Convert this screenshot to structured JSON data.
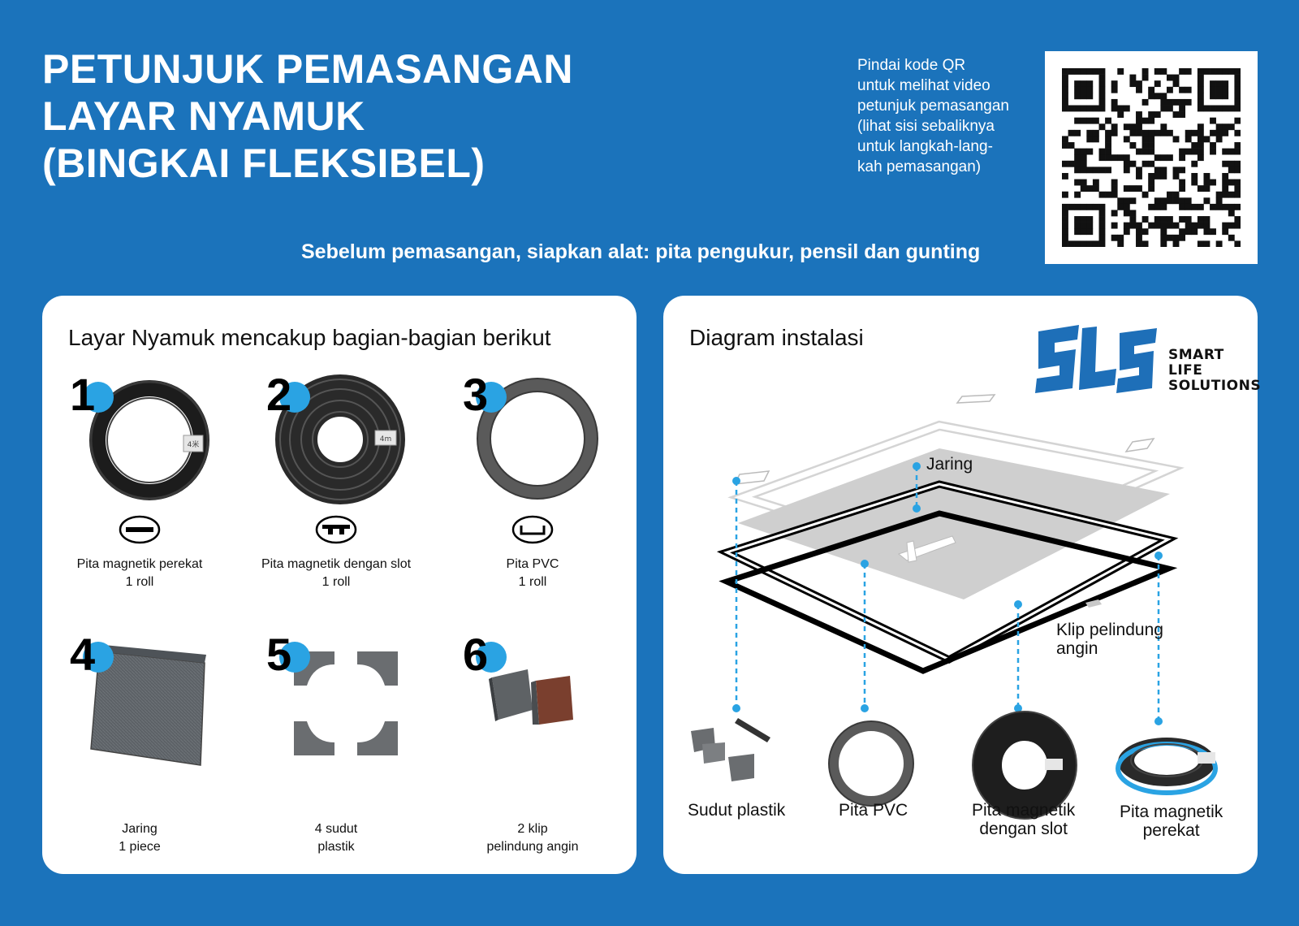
{
  "header": {
    "title_lines": [
      "PETUNJUK PEMASANGAN",
      "LAYAR NYAMUK",
      "(BINGKAI FLEKSIBEL)"
    ],
    "qr_note_lines": [
      "Pindai kode QR",
      "untuk melihat video",
      "petunjuk pemasangan",
      "(lihat sisi sebaliknya",
      "untuk langkah-lang-",
      "kah pemasangan)"
    ],
    "tools_note": "Sebelum pemasangan, siapkan alat: pita pengukur, pensil dan gunting"
  },
  "parts_panel": {
    "title": "Layar Nyamuk mencakup bagian-bagian berikut",
    "items": [
      {
        "number": "1",
        "label_lines": [
          "Pita magnetik perekat",
          "1 roll"
        ],
        "tag": "4米"
      },
      {
        "number": "2",
        "label_lines": [
          "Pita magnetik dengan slot",
          "1 roll"
        ],
        "tag": "4m"
      },
      {
        "number": "3",
        "label_lines": [
          "Pita PVC",
          "1 roll"
        ]
      },
      {
        "number": "4",
        "label_lines": [
          "Jaring",
          "1 piece"
        ]
      },
      {
        "number": "5",
        "label_lines": [
          "4 sudut",
          "plastik"
        ]
      },
      {
        "number": "6",
        "label_lines": [
          "2 klip",
          "pelindung angin"
        ]
      }
    ]
  },
  "diagram_panel": {
    "title": "Diagram instalasi",
    "logo": {
      "mark": "SLS",
      "text_lines": [
        "SMART",
        "LIFE",
        "SOLUTIONS"
      ]
    },
    "labels": {
      "mesh": "Jaring",
      "clip": [
        "Klip pelindung",
        "angin"
      ],
      "corner": "Sudut plastik",
      "pvc": "Pita PVC",
      "slot_tape": [
        "Pita magnetik",
        "dengan slot"
      ],
      "adhesive_tape": [
        "Pita magnetik",
        "perekat"
      ]
    }
  },
  "colors": {
    "background": "#1b73bb",
    "accent_dot": "#2aa3e3",
    "logo_blue": "#1e6fb8"
  }
}
